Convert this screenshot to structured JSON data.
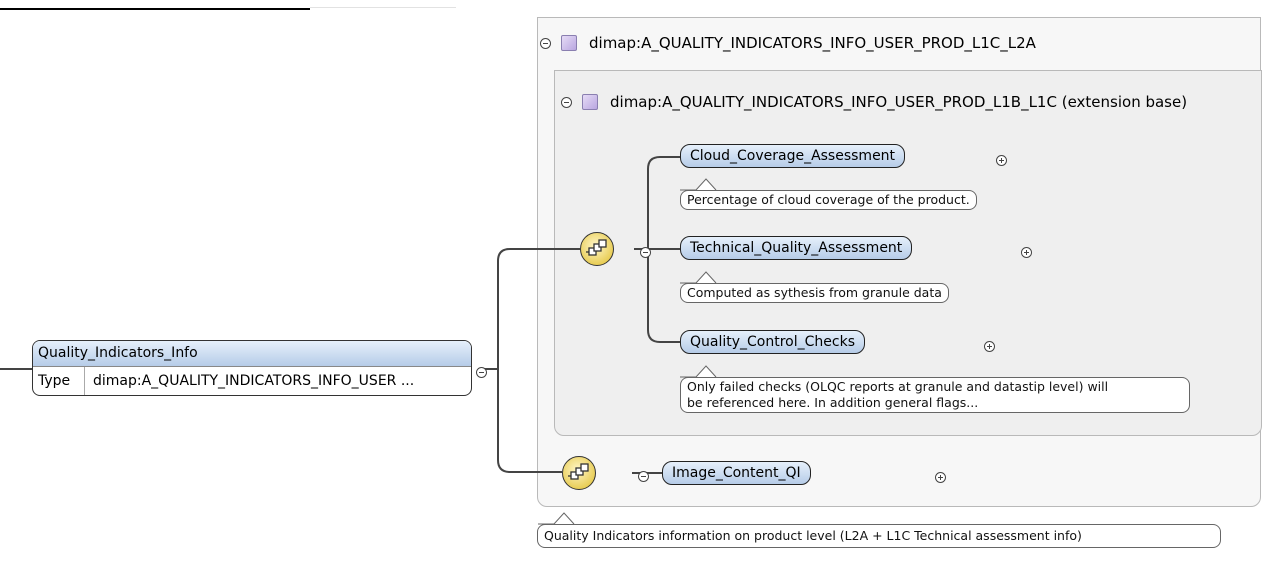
{
  "diagram": {
    "root_element": {
      "name": "Quality_Indicators_Info",
      "type_key": "Type",
      "type_value": "dimap:A_QUALITY_INDICATORS_INFO_USER ..."
    },
    "complex_type": {
      "name": "dimap:A_QUALITY_INDICATORS_INFO_USER_PROD_L1C_L2A",
      "annotation": "Quality Indicators information on product level (L2A + L1C Technical assessment info)"
    },
    "extension": {
      "name": "dimap:A_QUALITY_INDICATORS_INFO_USER_PROD_L1B_L1C (extension base)"
    },
    "elements": [
      {
        "name": "Cloud_Coverage_Assessment",
        "annotation": "Percentage of cloud coverage of the product."
      },
      {
        "name": "Technical_Quality_Assessment",
        "annotation": "Computed as sythesis from granule data"
      },
      {
        "name": "Quality_Control_Checks",
        "annotation_line1": "Only failed checks (OLQC reports at granule and datastip level) will",
        "annotation_line2": "be referenced here. In addition general flags..."
      }
    ],
    "extra_element": {
      "name": "Image_Content_QI"
    },
    "colors": {
      "element_fill": "#b6cce8",
      "sequence_fill": "#e6c94a",
      "type_box": "#f7f7f7"
    }
  }
}
